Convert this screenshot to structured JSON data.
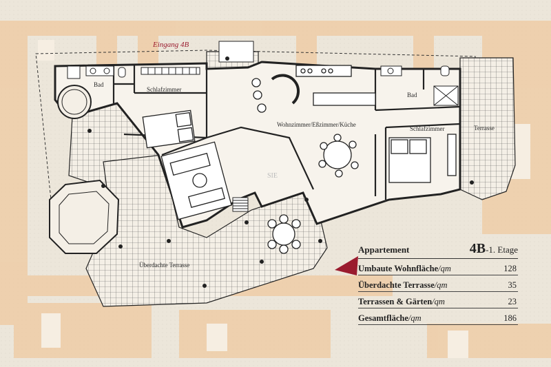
{
  "entrance": "Eingang 4B",
  "watermark": "SIE",
  "rooms": {
    "bad_left": "Bad",
    "schlafzimmer_left": "Schlafzimmer",
    "wohnzimmer": "Wohnzimmer/Eßzimmer/Küche",
    "bad_right": "Bad",
    "schlafzimmer_right": "Schlafzimmer",
    "terrasse": "Terrasse",
    "ueberdachte_terrasse": "Überdachte Terrasse"
  },
  "info": {
    "title": "Appartement",
    "unit": "4B",
    "floor": "-1. Etage",
    "rows": [
      {
        "label": "Umbaute Wohnfläche",
        "suffix": "/qm",
        "value": "128"
      },
      {
        "label": "Überdachte Terrasse",
        "suffix": "/qm",
        "value": "35"
      },
      {
        "label": "Terrassen & Gärten",
        "suffix": "/qm",
        "value": "23"
      },
      {
        "label": "Gesamtfläche",
        "suffix": "/qm",
        "value": "186"
      }
    ]
  },
  "colors": {
    "background": "#ece6da",
    "building": "#efc9a0",
    "accent": "#9a1b2e",
    "line": "#2a2a2a"
  }
}
